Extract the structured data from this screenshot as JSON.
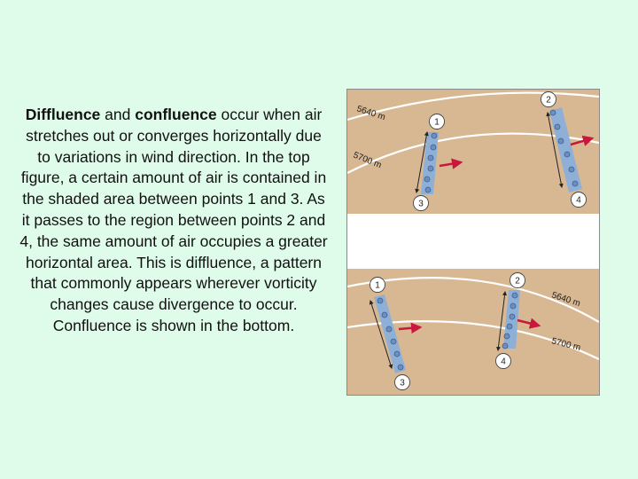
{
  "description": {
    "term_diffluence": "Diffluence",
    "and_word": " and ",
    "term_confluence": "confluence",
    "body": " occur when air stretches out or converges horizontally due to variations in wind direction. In the top figure, a certain amount of air is contained in the shaded area between points 1 and 3. As it passes to the region between points 2 and 4, the same amount of air occupies a greater horizontal area. This is diffluence, a pattern that commonly appears wherever vorticity changes cause divergence to occur. Confluence is shown in the bottom."
  },
  "figure": {
    "colors": {
      "panel": "#d8b793",
      "shaded_column": "#8fb0d6",
      "arrow": "#c8183c",
      "contour": "#ffffff",
      "air_parcel": "#6d8fbf"
    },
    "top_panel": {
      "contour_upper": "5640 m",
      "contour_lower": "5700 m",
      "points": [
        "1",
        "2",
        "3",
        "4"
      ]
    },
    "bottom_panel": {
      "contour_upper": "5640 m",
      "contour_lower": "5700 m",
      "points": [
        "1",
        "2",
        "3",
        "4"
      ]
    }
  }
}
